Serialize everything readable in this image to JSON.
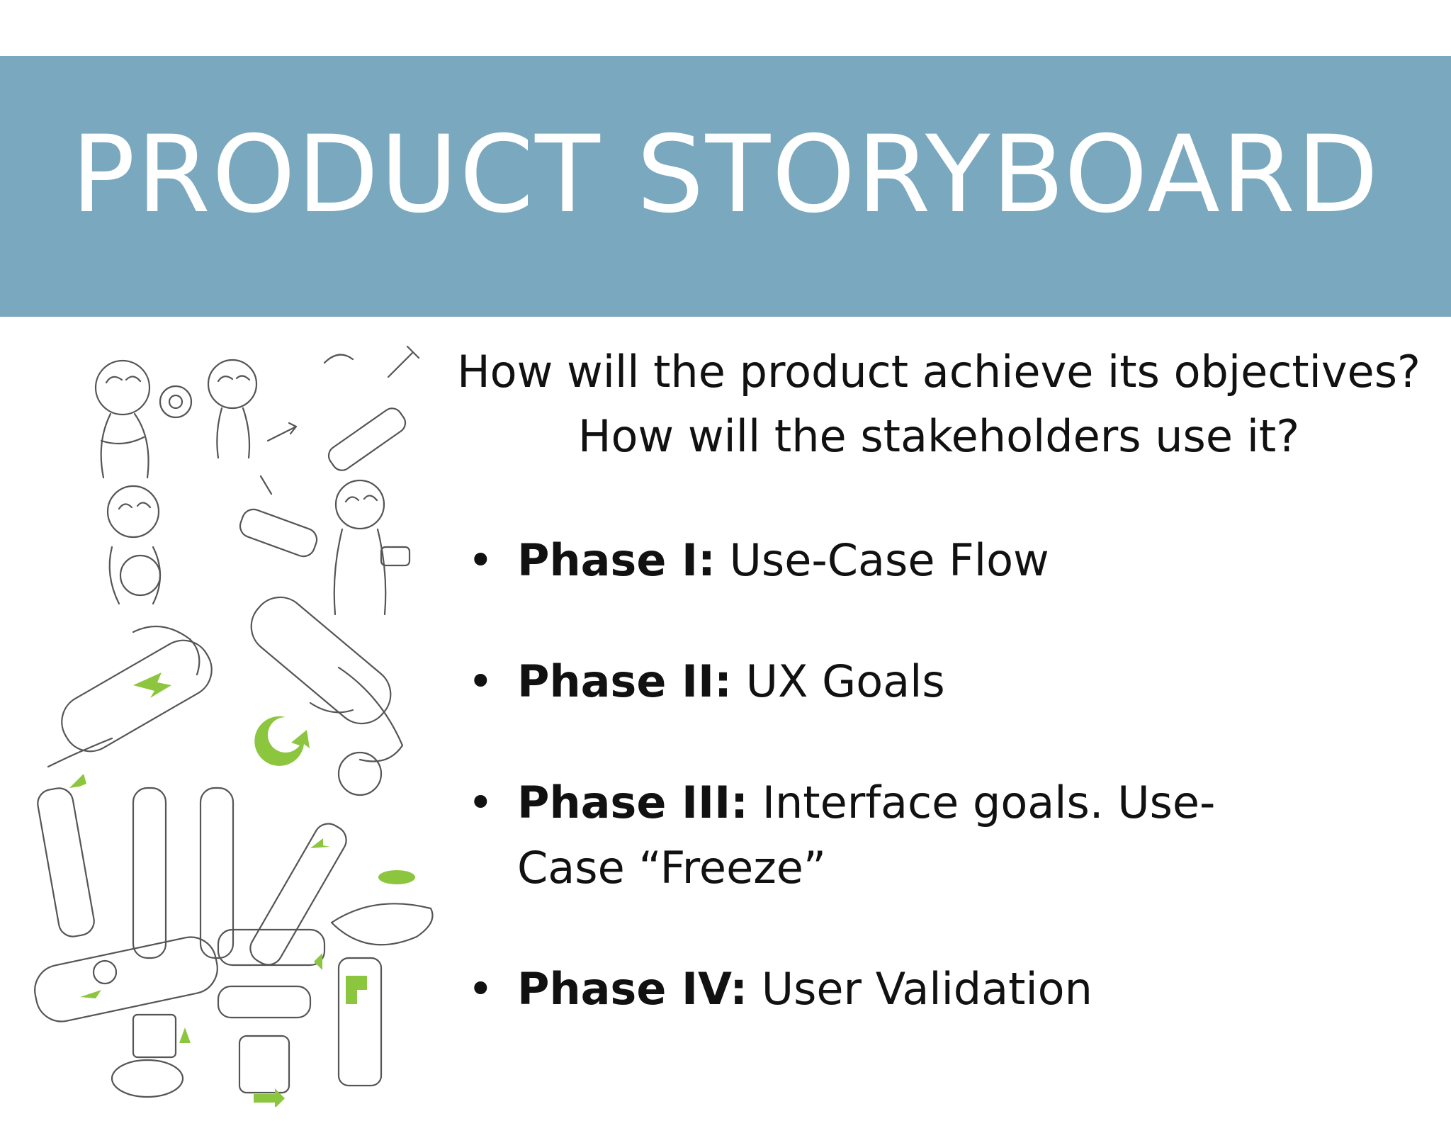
{
  "slide": {
    "title": "PRODUCT STORYBOARD",
    "banner_color": "#7aa8be"
  },
  "questions": {
    "line1": "How will the product achieve its objectives?",
    "line2": "How will the stakeholders use it?"
  },
  "bullets": [
    {
      "marker": "•",
      "phase": "Phase I:",
      "text": "Use-Case Flow"
    },
    {
      "marker": "•",
      "phase": "Phase II:",
      "text": "UX Goals"
    },
    {
      "marker": "•",
      "phase": "Phase III:",
      "text": "Interface goals. Use-Case “Freeze”"
    },
    {
      "marker": "•",
      "phase": "Phase IV:",
      "text": "User Validation"
    }
  ],
  "illustration": {
    "icon": "storyboard-sketch-icon",
    "accent_color": "#8cc63f"
  }
}
